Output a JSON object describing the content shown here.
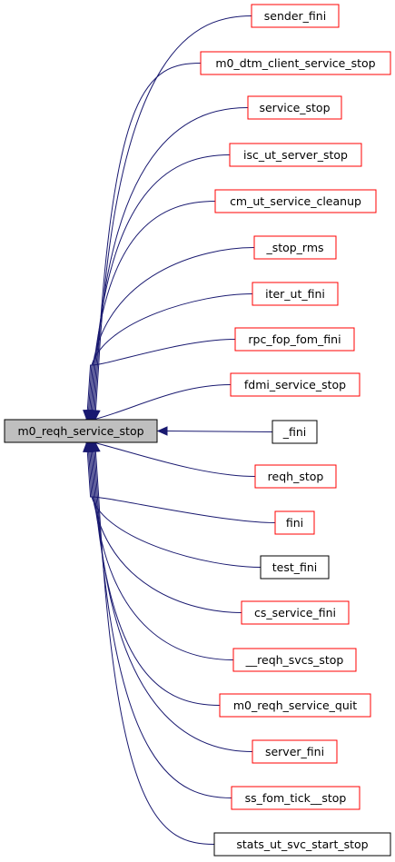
{
  "colors": {
    "edge": "#191970",
    "root_fill": "#bfbfbf",
    "root_border": "#000000",
    "red_border": "#ff0000",
    "black_border": "#000000",
    "node_fill": "#ffffff"
  },
  "root": {
    "label": "m0_reqh_service_stop"
  },
  "callers": [
    {
      "label": "sender_fini",
      "border": "red"
    },
    {
      "label": "m0_dtm_client_service_stop",
      "border": "red"
    },
    {
      "label": "service_stop",
      "border": "red"
    },
    {
      "label": "isc_ut_server_stop",
      "border": "red"
    },
    {
      "label": "cm_ut_service_cleanup",
      "border": "red"
    },
    {
      "label": "_stop_rms",
      "border": "red"
    },
    {
      "label": "iter_ut_fini",
      "border": "red"
    },
    {
      "label": "rpc_fop_fom_fini",
      "border": "red"
    },
    {
      "label": "fdmi_service_stop",
      "border": "red"
    },
    {
      "label": "_fini",
      "border": "black"
    },
    {
      "label": "reqh_stop",
      "border": "red"
    },
    {
      "label": "fini",
      "border": "red"
    },
    {
      "label": "test_fini",
      "border": "black"
    },
    {
      "label": "cs_service_fini",
      "border": "red"
    },
    {
      "label": "__reqh_svcs_stop",
      "border": "red"
    },
    {
      "label": "m0_reqh_service_quit",
      "border": "red"
    },
    {
      "label": "server_fini",
      "border": "red"
    },
    {
      "label": "ss_fom_tick__stop",
      "border": "red"
    },
    {
      "label": "stats_ut_svc_start_stop",
      "border": "black"
    }
  ]
}
